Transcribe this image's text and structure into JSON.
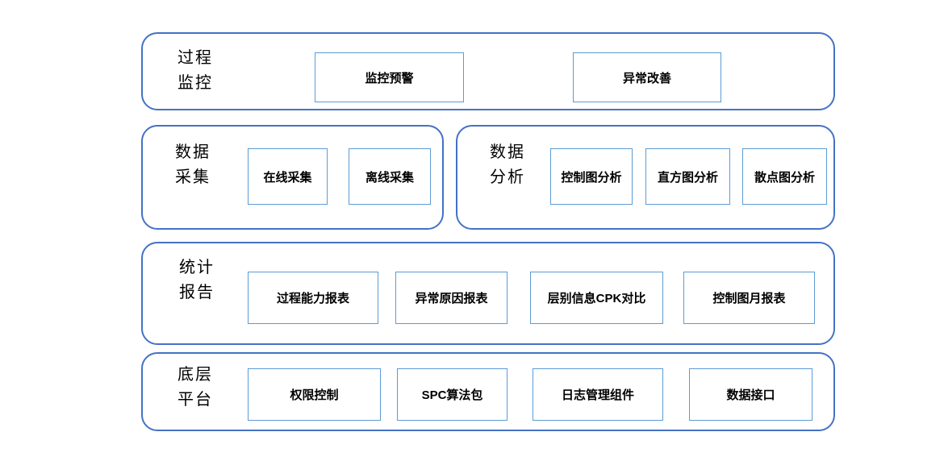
{
  "colors": {
    "background": "#ffffff",
    "container_border": "#4472C4",
    "module_border": "#5B9BD5",
    "text": "#000000"
  },
  "sections": [
    {
      "id": "process-monitoring",
      "title_lines": [
        "过程",
        "监控"
      ],
      "modules": [
        "监控预警",
        "异常改善"
      ]
    },
    {
      "id": "data-collection",
      "title_lines": [
        "数据",
        "采集"
      ],
      "modules": [
        "在线采集",
        "离线采集"
      ]
    },
    {
      "id": "data-analysis",
      "title_lines": [
        "数据",
        "分析"
      ],
      "modules": [
        "控制图分析",
        "直方图分析",
        "散点图分析"
      ]
    },
    {
      "id": "statistical-reports",
      "title_lines": [
        "统计",
        "报告"
      ],
      "modules": [
        "过程能力报表",
        "异常原因报表",
        "层别信息CPK对比",
        "控制图月报表"
      ]
    },
    {
      "id": "base-platform",
      "title_lines": [
        "底层",
        "平台"
      ],
      "modules": [
        "权限控制",
        "SPC算法包",
        "日志管理组件",
        "数据接口"
      ]
    }
  ]
}
